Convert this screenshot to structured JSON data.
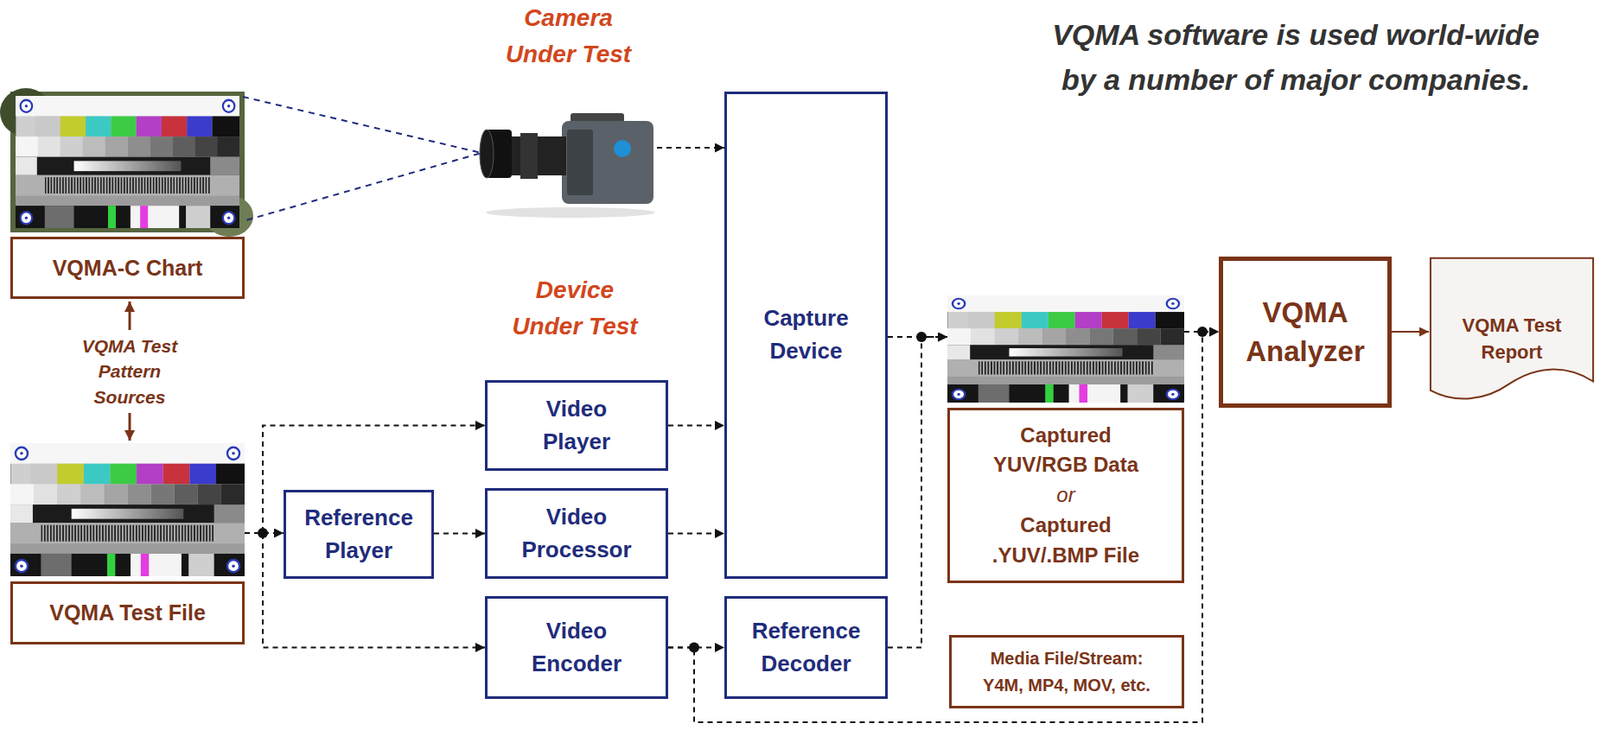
{
  "diagram": {
    "nodes": [
      {
        "text": [
          "VQMA-C Chart"
        ]
      },
      {
        "text": [
          "Camera Under Test"
        ]
      },
      {
        "text": [
          "VQMA Test File"
        ]
      },
      {
        "text": [
          "Reference Player"
        ]
      },
      {
        "text": [
          "Video Player"
        ]
      },
      {
        "text": [
          "Video Processor"
        ]
      },
      {
        "text": [
          "Video Encoder"
        ]
      },
      {
        "text": [
          "Capture Device"
        ]
      },
      {
        "text": [
          "Reference Decoder"
        ]
      },
      {
        "text": [
          "Captured YUV/RGB Data",
          "or",
          "Captured .YUV/.BMP File"
        ]
      },
      {
        "text": [
          "Media File/Stream: Y4M, MP4, MOV, etc."
        ]
      },
      {
        "text": [
          "VQMA Analyzer"
        ]
      },
      {
        "text": [
          "VQMA Test Report"
        ]
      }
    ],
    "edges": [
      {
        "from": 0,
        "to": 1,
        "arrow": "none"
      },
      {
        "from": 1,
        "to": 7,
        "arrow": "to"
      },
      {
        "from": 2,
        "to": 3,
        "arrow": "to"
      },
      {
        "from": 2,
        "to": 4,
        "arrow": "to"
      },
      {
        "from": 2,
        "to": 6,
        "arrow": "to"
      },
      {
        "from": 3,
        "to": 5,
        "arrow": "to"
      },
      {
        "from": 4,
        "to": 7,
        "arrow": "to"
      },
      {
        "from": 5,
        "to": 7,
        "arrow": "to"
      },
      {
        "from": 6,
        "to": 8,
        "arrow": "to"
      },
      {
        "from": 6,
        "to": 11,
        "arrow": "to"
      },
      {
        "from": 7,
        "to": 9,
        "arrow": "to"
      },
      {
        "from": 8,
        "to": 9,
        "arrow": "to"
      },
      {
        "from": 9,
        "to": 11,
        "arrow": "to"
      },
      {
        "from": 11,
        "to": 12,
        "arrow": "to"
      }
    ],
    "labels": [
      "VQMA software is used world-wide by a number of major companies.",
      "VQMA Test Pattern Sources",
      "Device Under Test"
    ]
  }
}
